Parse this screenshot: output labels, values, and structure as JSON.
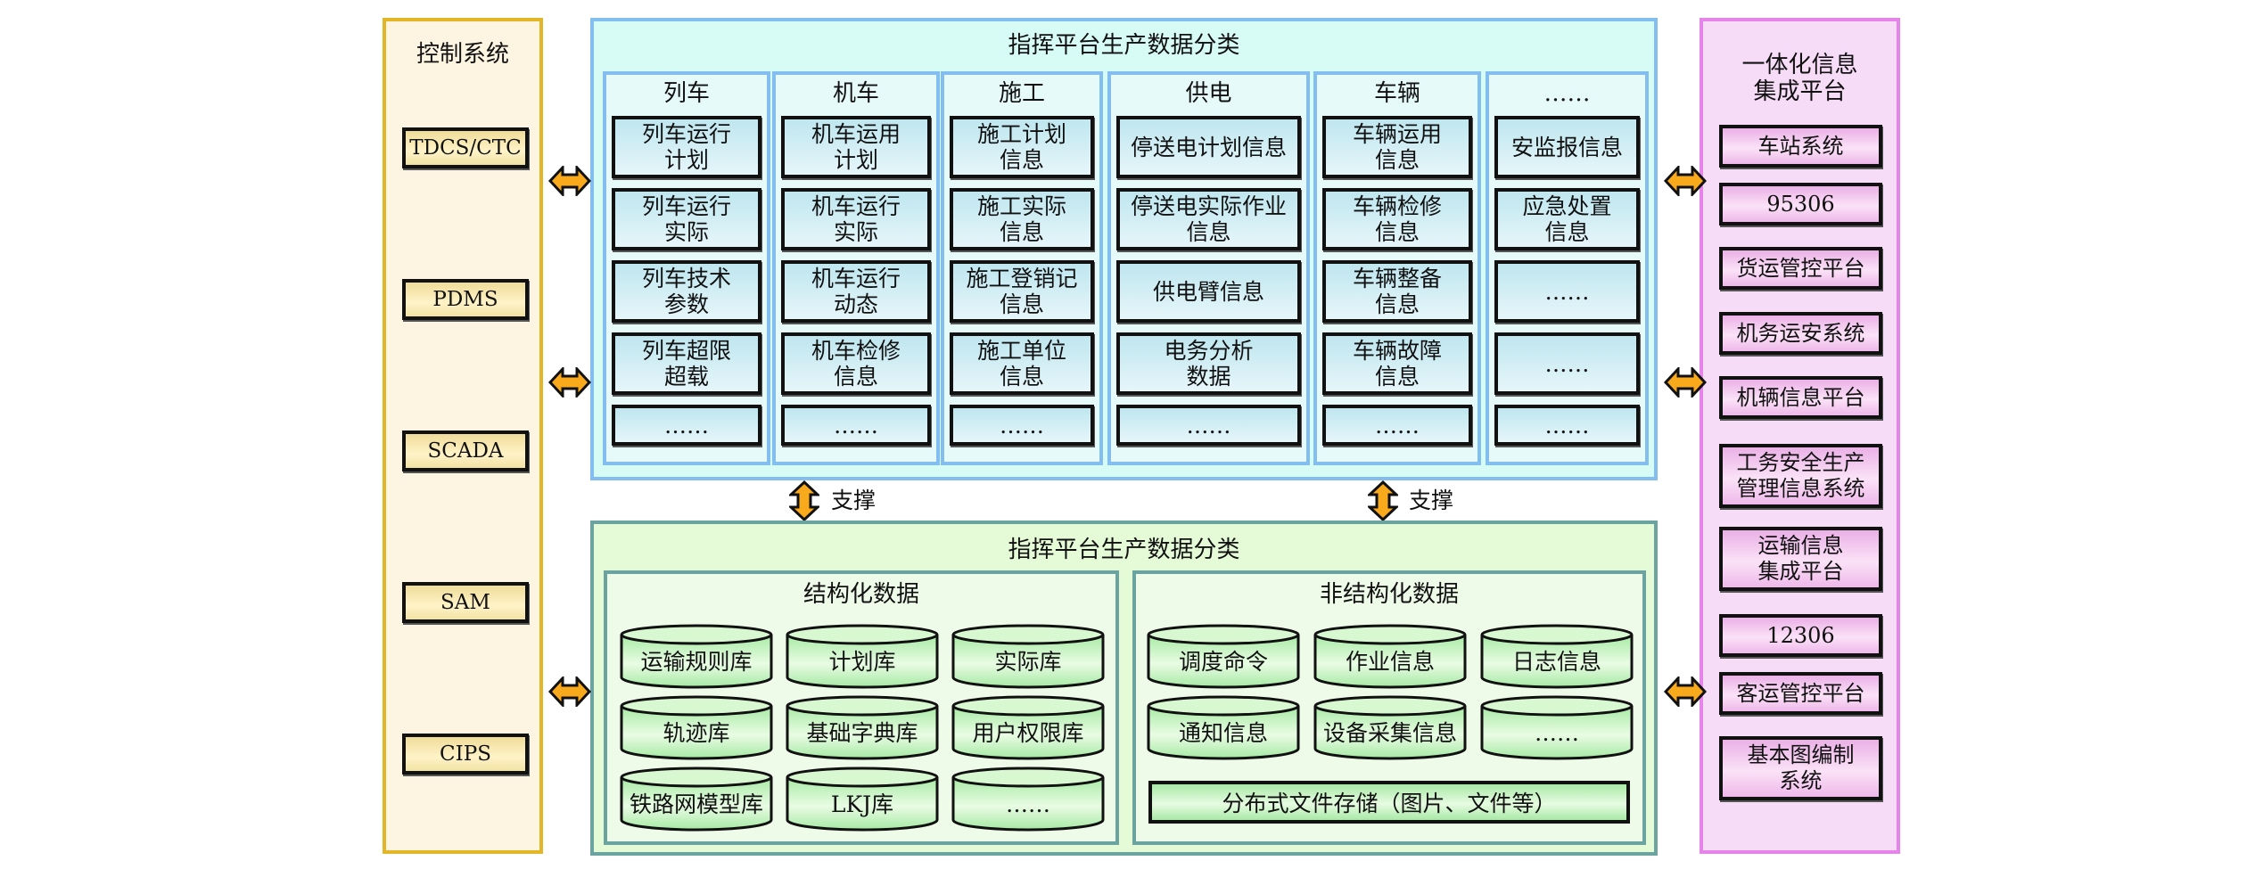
{
  "left_panel": {
    "title": "控制系统",
    "items": [
      "TDCS/CTC",
      "PDMS",
      "SCADA",
      "SAM",
      "CIPS"
    ]
  },
  "top_panel": {
    "title": "指挥平台生产数据分类",
    "columns": [
      {
        "header": "列车",
        "items": [
          "列车运行\n计划",
          "列车运行\n实际",
          "列车技术\n参数",
          "列车超限\n超载",
          "……"
        ]
      },
      {
        "header": "机车",
        "items": [
          "机车运用\n计划",
          "机车运行\n实际",
          "机车运行\n动态",
          "机车检修\n信息",
          "……"
        ]
      },
      {
        "header": "施工",
        "items": [
          "施工计划\n信息",
          "施工实际\n信息",
          "施工登销记\n信息",
          "施工单位\n信息",
          "……"
        ]
      },
      {
        "header": "供电",
        "items": [
          "停送电计划信息",
          "停送电实际作业\n信息",
          "供电臂信息",
          "电务分析\n数据",
          "……"
        ]
      },
      {
        "header": "车辆",
        "items": [
          "车辆运用\n信息",
          "车辆检修\n信息",
          "车辆整备\n信息",
          "车辆故障\n信息",
          "……"
        ]
      },
      {
        "header": "……",
        "items": [
          "安监报信息",
          "应急处置\n信息",
          "……",
          "……",
          "……"
        ]
      }
    ]
  },
  "support_labels": [
    "支撑",
    "支撑"
  ],
  "bottom_panel": {
    "title": "指挥平台生产数据分类",
    "structured": {
      "title": "结构化数据",
      "databases": [
        "运输规则库",
        "计划库",
        "实际库",
        "轨迹库",
        "基础字典库",
        "用户权限库",
        "铁路网模型库",
        "LKJ库",
        "……"
      ]
    },
    "unstructured": {
      "title": "非结构化数据",
      "databases": [
        "调度命令",
        "作业信息",
        "日志信息",
        "通知信息",
        "设备采集信息",
        "……"
      ],
      "storage": "分布式文件存储（图片、文件等）"
    }
  },
  "right_panel": {
    "title": "一体化信息\n集成平台",
    "items": [
      "车站系统",
      "95306",
      "货运管控平台",
      "机务运安系统",
      "机辆信息平台",
      "工务安全生产\n管理信息系统",
      "运输信息\n集成平台",
      "12306",
      "客运管控平台",
      "基本图编制\n系统"
    ]
  },
  "colors": {
    "arrow_fill": "#f9a91c",
    "top_panel_border": "#84bdf0",
    "bottom_panel_border": "#6aa3a0",
    "left_panel_border": "#e2b626",
    "right_panel_border": "#e784ec"
  }
}
